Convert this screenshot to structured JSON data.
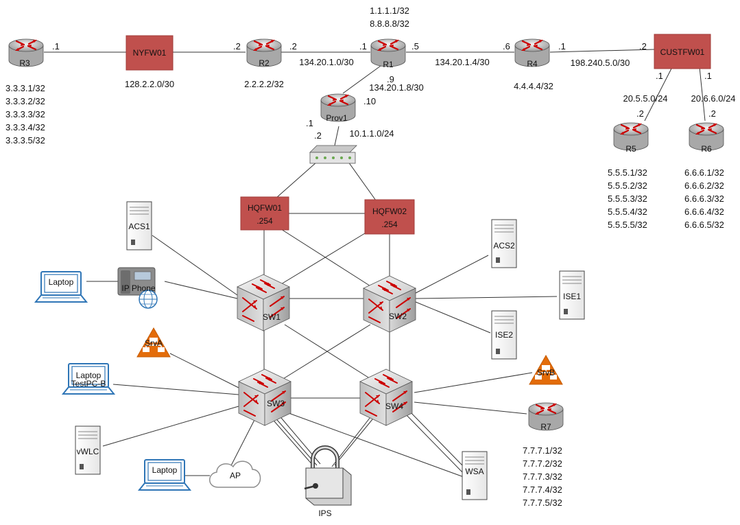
{
  "devices": {
    "r3": "R3",
    "r2": "R2",
    "r1": "R1",
    "r4": "R4",
    "r5": "R5",
    "r6": "R6",
    "r7": "R7",
    "prov1": "Prov1",
    "nyfw01": "NYFW01",
    "custfw01": "CUSTFW01",
    "hqfw01": "HQFW01",
    "hqfw01_ip": ".254",
    "hqfw02": "HQFW02",
    "hqfw02_ip": ".254",
    "sw1": "SW1",
    "sw2": "SW2",
    "sw3": "SW3",
    "sw4": "SW4",
    "acs1": "ACS1",
    "acs2": "ACS2",
    "ise1": "ISE1",
    "ise2": "ISE2",
    "wsa": "WSA",
    "vwlc": "vWLC",
    "ips": "IPS",
    "srva": "SrvA",
    "srvb": "SrvB",
    "ip_phone": "IP Phone",
    "ap": "AP",
    "laptop1": "Laptop",
    "laptop2": "Laptop",
    "laptop2_sub": "TestPC-B",
    "laptop3": "Laptop"
  },
  "networks": {
    "r1_loop1": "1.1.1.1/32",
    "r1_loop2": "8.8.8.8/32",
    "net_nyfw": "128.2.2.0/30",
    "r2_loop": "2.2.2.2/32",
    "net_r2_r1": "134.20.1.0/30",
    "net_r1_r4": "134.20.1.4/30",
    "net_r1_prov": "134.20.1.8/30",
    "r4_loop": "4.4.4.4/32",
    "net_r4_cust": "198.240.5.0/30",
    "net_r5": "20.5.5.0/24",
    "net_r6": "20.6.6.0/24",
    "net_prov_hq": "10.1.1.0/24",
    "r3_loops": [
      "3.3.3.1/32",
      "3.3.3.2/32",
      "3.3.3.3/32",
      "3.3.3.4/32",
      "3.3.3.5/32"
    ],
    "r5_loops": [
      "5.5.5.1/32",
      "5.5.5.2/32",
      "5.5.5.3/32",
      "5.5.5.4/32",
      "5.5.5.5/32"
    ],
    "r6_loops": [
      "6.6.6.1/32",
      "6.6.6.2/32",
      "6.6.6.3/32",
      "6.6.6.4/32",
      "6.6.6.5/32"
    ],
    "r7_loops": [
      "7.7.7.1/32",
      "7.7.7.2/32",
      "7.7.7.3/32",
      "7.7.7.4/32",
      "7.7.7.5/32"
    ]
  },
  "interfaces": {
    "r3_nyfw": ".1",
    "nyfw_r2": ".2",
    "r2_r1": ".2",
    "r1_r2": ".1",
    "r1_r4": ".5",
    "r4_r1": ".6",
    "r4_cust": ".1",
    "cust_r4": ".2",
    "r1_prov": ".9",
    "prov_r1": ".10",
    "cust_r5": ".1",
    "cust_r6": ".1",
    "r5_cust": ".2",
    "r6_cust": ".2",
    "prov_sw": ".1",
    "hub_up": ".2"
  },
  "colors": {
    "firewall": "#c0504d",
    "router": "#b0b0b0",
    "switch": "#a8a8a8",
    "cisco_red": "#cc0000",
    "server_triangle": "#e36c0a",
    "laptop_blue": "#2e75b6"
  }
}
